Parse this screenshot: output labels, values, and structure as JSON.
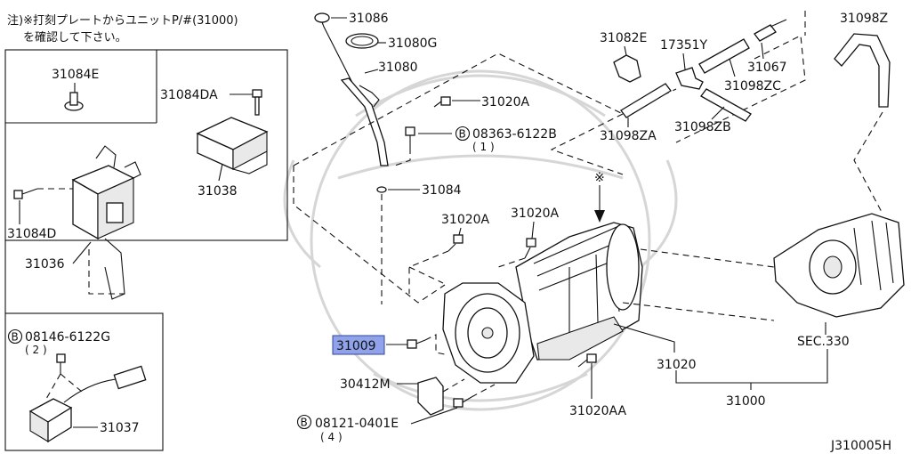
{
  "note": {
    "line1": "注)※打刻プレートからユニットP/#(31000)",
    "line2": "を確認して下さい。"
  },
  "labels": {
    "p31086": "31086",
    "p31080g": "31080G",
    "p31080": "31080",
    "p31020a_top": "31020A",
    "b08363": "08363-6122B",
    "b08363_qty": "( 1 )",
    "p31084": "31084",
    "p31020a_mid1": "31020A",
    "p31020a_mid2": "31020A",
    "p31082e": "31082E",
    "p17351y": "17351Y",
    "p31067": "31067",
    "p31098zc": "31098ZC",
    "p31098za": "31098ZA",
    "p31098zb": "31098ZB",
    "p31098z": "31098Z",
    "p31084e": "31084E",
    "p31084da": "31084DA",
    "p31038": "31038",
    "p31084d": "31084D",
    "p31036": "31036",
    "b08146": "08146-6122G",
    "b08146_qty": "( 2 )",
    "p31037": "31037",
    "p31009": "31009",
    "p30412m": "30412M",
    "b08121": "08121-0401E",
    "b08121_qty": "( 4 )",
    "p31020": "31020",
    "p31020aa": "31020AA",
    "p31000": "31000",
    "sec330": "SEC.330",
    "asterisk": "※",
    "bolt_prefix": "B"
  },
  "code": "J310005H",
  "highlight_color": "#8fa2ea"
}
